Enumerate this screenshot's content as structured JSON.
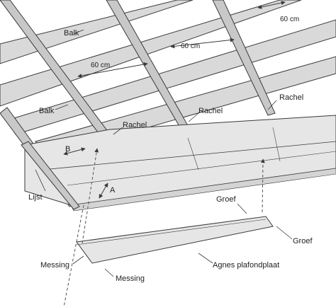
{
  "colors": {
    "background": "#ffffff",
    "ceiling_surface": "#e6e6e6",
    "ceiling_shadow": "#d4d4d4",
    "batten_fill": "#c8c8c8",
    "joist_fill": "#d9d9d9",
    "line": "#3a3a3a",
    "leader": "#555555",
    "text": "#222222"
  },
  "labels": {
    "balk_1": "Balk",
    "balk_2": "Balk",
    "dim_60_top": "60 cm",
    "dim_60_mid": "60 cm",
    "dim_60_left": "60 cm",
    "rachel_1": "Rachel",
    "rachel_2": "Rachel",
    "rachel_3": "Rachel",
    "dim_b": "B",
    "dim_a": "A",
    "lijst": "Lijst",
    "groef_1": "Groef",
    "groef_2": "Groef",
    "messing_1": "Messing",
    "messing_2": "Messing",
    "product": "Agnes plafondplaat"
  }
}
